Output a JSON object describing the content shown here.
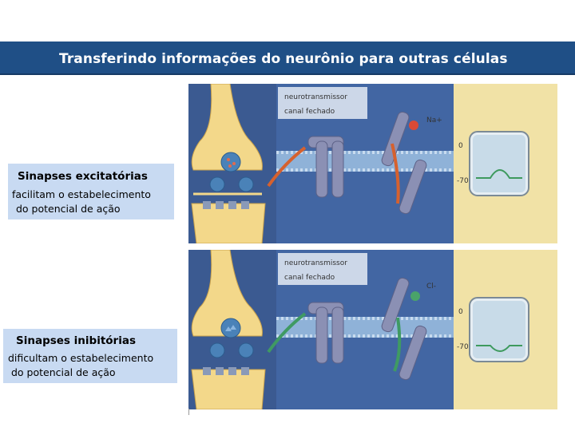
{
  "slide": {
    "title": "Transferindo informações do neurônio para outras células"
  },
  "excitatory": {
    "title": "Sinapses excitatórias",
    "line1": "facilitam o estabelecimento",
    "line2": "do potencial de ação"
  },
  "inhibitory": {
    "title": "Sinapses inibitórias",
    "line1": "dificultam o estabelecimento",
    "line2": "do potencial de ação"
  },
  "figure_excitatory": {
    "label_neurotransmitter": "neurotransmissor",
    "label_closed_channel": "canal fechado",
    "ion": "Na+",
    "mark_zero": "0",
    "mark_minus70": "-70",
    "arrow_color": "#d6612e",
    "ion_color": "#d94a36",
    "trace_color": "#3e9a5e"
  },
  "figure_inhibitory": {
    "label_neurotransmitter": "neurotransmissor",
    "label_closed_channel": "canal fechado",
    "ion": "Cl-",
    "mark_zero": "0",
    "mark_minus70": "-70",
    "arrow_color": "#3f9a63",
    "ion_color": "#4aa36a",
    "trace_color": "#3e9a5e"
  }
}
